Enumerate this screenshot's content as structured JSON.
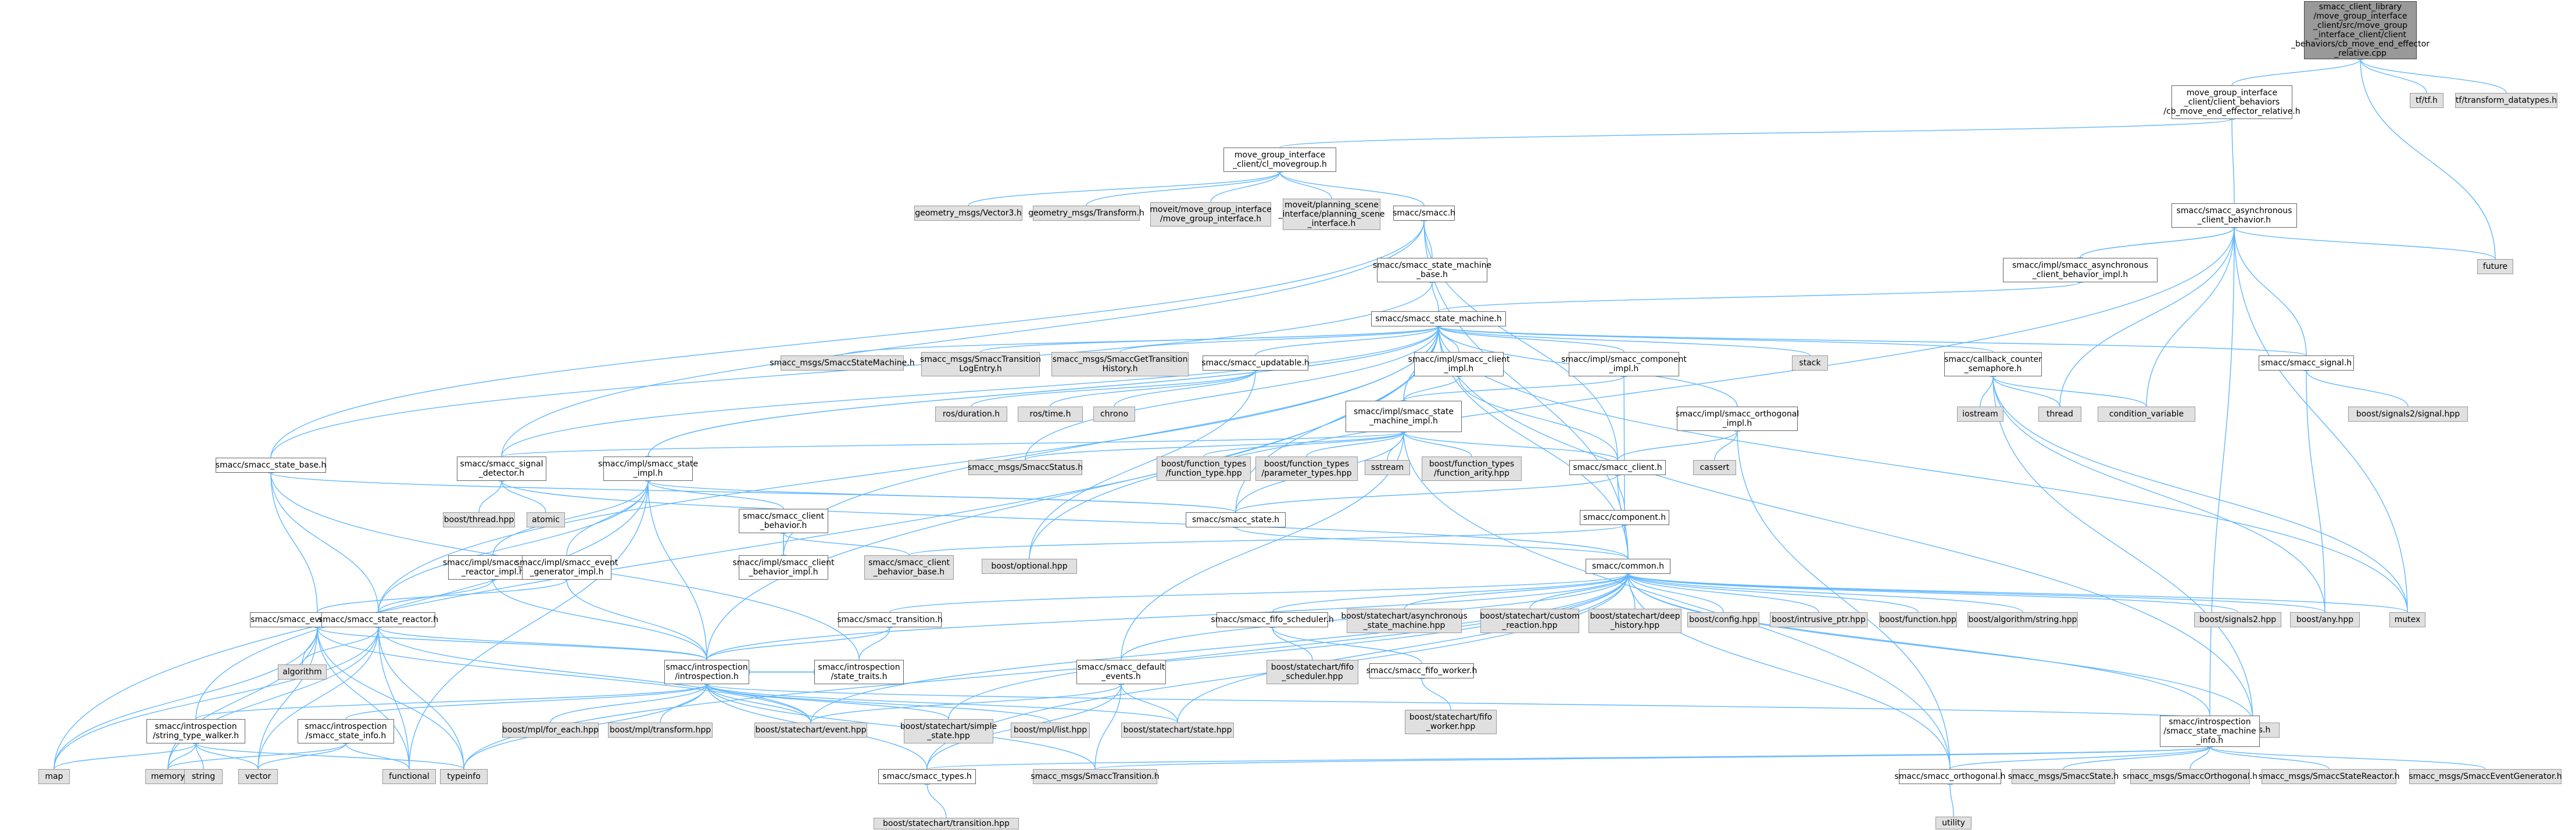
{
  "colors": {
    "edge": "#63b8ff",
    "node_border": "#666666",
    "external_fill": "#e0e0e0",
    "root_fill": "#999999"
  },
  "nodes": {
    "root": "smacc_client_library\n/move_group_interface\n_client/src/move_group\n_interface_client/client\n_behaviors/cb_move_end_effector\n_relative.cpp",
    "cb_rel_h": "move_group_interface\n_client/client_behaviors\n/cb_move_end_effector_relative.h",
    "tf_h": "tf/tf.h",
    "tf_datatypes": "tf/transform_datatypes.h",
    "cl_movegroup": "move_group_interface\n_client/cl_movegroup.h",
    "async_cb": "smacc/smacc_asynchronous\n_client_behavior.h",
    "future": "future",
    "gm_vector3": "geometry_msgs/Vector3.h",
    "gm_transform": "geometry_msgs/Transform.h",
    "moveit_mgi": "moveit/move_group_interface\n/move_group_interface.h",
    "moveit_psi": "moveit/planning_scene\n_interface/planning_scene\n_interface.h",
    "smacc_h": "smacc/smacc.h",
    "async_impl": "smacc/impl/smacc_asynchronous\n_client_behavior_impl.h",
    "sm_base": "smacc/smacc_state_machine\n_base.h",
    "sm_h": "smacc/smacc_state_machine.h",
    "msg_statemachine": "smacc_msgs/SmaccStateMachine.h",
    "msg_translog": "smacc_msgs/SmaccTransition\nLogEntry.h",
    "msg_gettrans": "smacc_msgs/SmaccGetTransition\nHistory.h",
    "updatable": "smacc/smacc_updatable.h",
    "client_impl": "smacc/impl/smacc_client\n_impl.h",
    "component_impl": "smacc/impl/smacc_component\n_impl.h",
    "stack": "stack",
    "callback_sem": "smacc/callback_counter\n_semaphore.h",
    "signal_h": "smacc/smacc_signal.h",
    "ros_duration": "ros/duration.h",
    "ros_time": "ros/time.h",
    "chrono": "chrono",
    "sm_impl": "smacc/impl/smacc_state\n_machine_impl.h",
    "orthogonal_impl": "smacc/impl/smacc_orthogonal\n_impl.h",
    "iostream": "iostream",
    "thread": "thread",
    "cond_var": "condition_variable",
    "boost_signal": "boost/signals2/signal.hpp",
    "state_base": "smacc/smacc_state_base.h",
    "signal_detector": "smacc/smacc_signal\n_detector.h",
    "state_impl": "smacc/impl/smacc_state\n_impl.h",
    "msg_status": "smacc_msgs/SmaccStatus.h",
    "fn_type": "boost/function_types\n/function_type.hpp",
    "fn_param": "boost/function_types\n/parameter_types.hpp",
    "sstream": "sstream",
    "fn_arity": "boost/function_types\n/function_arity.hpp",
    "cassert": "cassert",
    "smacc_client_h": "smacc/smacc_client.h",
    "boost_thread": "boost/thread.hpp",
    "atomic": "atomic",
    "client_behavior": "smacc/smacc_client\n_behavior.h",
    "smacc_state_h": "smacc/smacc_state.h",
    "component_h": "smacc/component.h",
    "cb_base": "smacc/smacc_client\n_behavior_base.h",
    "cb_impl": "smacc/impl/smacc_client\n_behavior_impl.h",
    "optional": "boost/optional.hpp",
    "common_h": "smacc/common.h",
    "sr_impl": "smacc/impl/smacc_state\n_reactor_impl.h",
    "eg_impl": "smacc/impl/smacc_event\n_generator_impl.h",
    "event_generator": "smacc/smacc_event_generator.h",
    "state_reactor": "smacc/smacc_state_reactor.h",
    "transition_h": "smacc/smacc_transition.h",
    "fifo_scheduler": "smacc/smacc_fifo_scheduler.h",
    "sc_async_sm": "boost/statechart/asynchronous\n_state_machine.hpp",
    "sc_custom": "boost/statechart/custom\n_reaction.hpp",
    "sc_deep": "boost/statechart/deep\n_history.hpp",
    "config": "boost/config.hpp",
    "intrusive": "boost/intrusive_ptr.hpp",
    "bfunction": "boost/function.hpp",
    "balgo_string": "boost/algorithm/string.hpp",
    "signals2": "boost/signals2.hpp",
    "bany": "boost/any.hpp",
    "mutex": "mutex",
    "algorithm": "algorithm",
    "introspection_h": "smacc/introspection\n/introspection.h",
    "state_traits": "smacc/introspection\n/state_traits.h",
    "default_events": "smacc/smacc_default\n_events.h",
    "sc_fifo_sched": "boost/statechart/fifo\n_scheduler.hpp",
    "fifo_worker": "smacc/smacc_fifo_worker.h",
    "sc_fifo_worker": "boost/statechart/fifo\n_worker.hpp",
    "stw": "smacc/introspection\n/string_type_walker.h",
    "ssi": "smacc/introspection\n/smacc_state_info.h",
    "mpl_foreach": "boost/mpl/for_each.hpp",
    "mpl_transform": "boost/mpl/transform.hpp",
    "sc_event": "boost/statechart/event.hpp",
    "sc_simple": "boost/statechart/simple\n_state.hpp",
    "mpl_list": "boost/mpl/list.hpp",
    "sc_state": "boost/statechart/state.hpp",
    "ros_h": "ros/ros.h",
    "ssmi": "smacc/introspection\n/smacc_state_machine\n_info.h",
    "map": "map",
    "memory": "memory",
    "string": "string",
    "vector": "vector",
    "functional": "functional",
    "typeinfo": "typeinfo",
    "smacc_types": "smacc/smacc_types.h",
    "msg_transition": "smacc_msgs/SmaccTransition.h",
    "smacc_orthogonal": "smacc/smacc_orthogonal.h",
    "msg_state": "smacc_msgs/SmaccState.h",
    "msg_orthogonal": "smacc_msgs/SmaccOrthogonal.h",
    "msg_statereactor": "smacc_msgs/SmaccStateReactor.h",
    "msg_eventgen": "smacc_msgs/SmaccEventGenerator.h",
    "sc_transition": "boost/statechart/transition.hpp",
    "utility": "utility"
  }
}
